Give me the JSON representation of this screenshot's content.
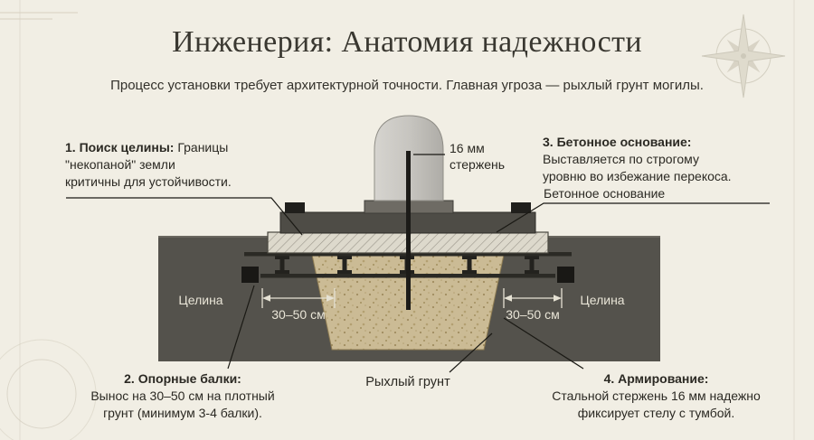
{
  "title": "Инженерия: Анатомия надежности",
  "subtitle": "Процесс установки требует архитектурной точности. Главная угроза — рыхлый грунт могилы.",
  "callouts": {
    "step1": {
      "heading": "1. Поиск целины:",
      "body": "Границы\n\"некопаной\" земли\nкритичны для устойчивости."
    },
    "step2": {
      "heading": "2. Опорные балки:",
      "body": "\nВынос на 30–50 см на плотный\nгрунт (минимум 3-4 балки)."
    },
    "step3": {
      "heading": "3. Бетонное основание:",
      "body": "\nВыставляется по строгому\nуровню во избежание перекоса."
    },
    "step4": {
      "heading": "4. Армирование:",
      "body": "\nСтальной стержень 16 мм надежно\nфиксирует стелу с тумбой."
    }
  },
  "labels": {
    "rod": "16 мм\nстержень",
    "concrete_base": "Бетонное основание",
    "virgin_soil_left": "Целина",
    "virgin_soil_right": "Целина",
    "dim_left": "30–50 см",
    "dim_right": "30–50 см",
    "loose_soil": "Рыхлый грунт"
  },
  "icons": {
    "compass_rose": "compass-rose-icon"
  },
  "colors": {
    "background": "#f1eee4",
    "ground": "#54524c",
    "loose_soil": "#cbbb95",
    "concrete": "#ddd9cc",
    "stone": "#4e4c46",
    "stela": "#c9c7c2",
    "ink": "#2b2923",
    "light_text": "#e9e5d7"
  }
}
